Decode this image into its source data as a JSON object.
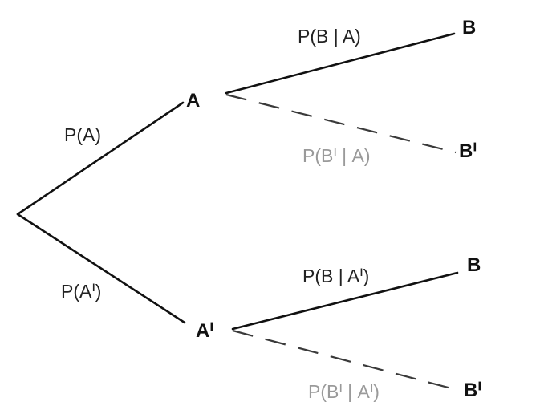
{
  "nodes": {
    "a": "A",
    "a_prime": "Aᑊ",
    "b_top": "B",
    "b_prime_top": "Bᑊ",
    "b_bottom": "B",
    "b_prime_bottom": "Bᑊ"
  },
  "edge_labels": {
    "p_a": "P(A)",
    "p_a_prime": "P(Aᑊ)",
    "p_b_given_a": "P(B | A)",
    "p_b_prime_given_a": "P(Bᑊ | A)",
    "p_b_given_a_prime": "P(B | Aᑊ)",
    "p_b_prime_given_a_prime": "P(Bᑊ | Aᑊ)"
  },
  "colors": {
    "solid_edge": "#111111",
    "dashed_edge": "#3a3a3a",
    "faded_label": "#9a9a9a"
  }
}
